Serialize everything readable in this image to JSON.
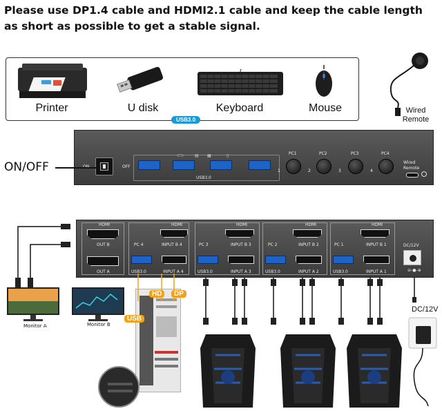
{
  "headline": "Please use DP1.4 cable and HDMI2.1 cable and keep the cable length as short as possible to get a stable signal.",
  "peripherals": [
    {
      "label": "Printer",
      "icon": "printer-icon"
    },
    {
      "label": "U disk",
      "icon": "usb-stick-icon"
    },
    {
      "label": "Keyboard",
      "icon": "keyboard-icon"
    },
    {
      "label": "Mouse",
      "icon": "mouse-icon"
    }
  ],
  "usb_tag": "USB3.0",
  "wired_remote": "Wired Remote",
  "front_panel": {
    "on_label": "ON",
    "off_label": "OFF",
    "usb_label": "USB3.0",
    "pc_labels": [
      "PC1",
      "PC2",
      "PC3",
      "PC4"
    ],
    "led_numbers": [
      "1",
      "2",
      "3",
      "4"
    ],
    "remote_port_label": "Wired Remote"
  },
  "onoff_callout": "ON/OFF",
  "rear_panel": {
    "hdmi": "HDMI",
    "out_b": "OUT B",
    "out_a": "OUT A",
    "inputs": [
      {
        "pc": "PC 4",
        "hdmi_in": "INPUT B 4",
        "dp_in": "INPUT A 4",
        "usb": "USB3.0"
      },
      {
        "pc": "PC 3",
        "hdmi_in": "INPUT B 3",
        "dp_in": "INPUT A 3",
        "usb": "USB3.0"
      },
      {
        "pc": "PC 2",
        "hdmi_in": "INPUT B 2",
        "dp_in": "INPUT A 2",
        "usb": "USB3.0"
      },
      {
        "pc": "PC 1",
        "hdmi_in": "INPUT B 1",
        "dp_in": "INPUT A 1",
        "usb": "USB3.0"
      }
    ],
    "dc_port": "DC/12V"
  },
  "monitors": [
    "Monitor A",
    "Monitor B"
  ],
  "tags": {
    "hd": "HD",
    "dp": "DP",
    "usb": "USB"
  },
  "dc_adapter": "DC/12V",
  "colors": {
    "usb_blue": "#1c64c8",
    "tag_blue": "#1a9ad6",
    "tag_orange": "#f2a21a",
    "panel": "#4a4a4a"
  }
}
